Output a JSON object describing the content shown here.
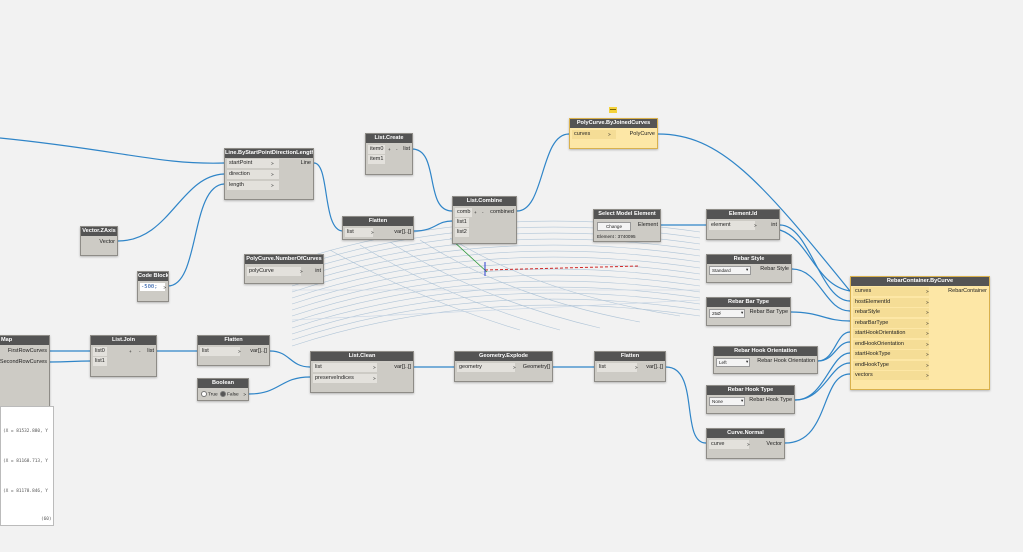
{
  "nodes": {
    "line": {
      "title": "Line.ByStartPointDirectionLength",
      "in": [
        "startPoint",
        "direction",
        "length"
      ],
      "out": "Line"
    },
    "vz": {
      "title": "Vector.ZAxis",
      "out": "Vector"
    },
    "code": {
      "title": "Code Block",
      "value": "-500;"
    },
    "listcreate": {
      "title": "List.Create",
      "in": [
        "item0",
        "item1"
      ],
      "out": "list",
      "lacing": [
        "+",
        "-"
      ]
    },
    "combine": {
      "title": "List.Combine",
      "in": [
        "comb",
        "list1",
        "list2"
      ],
      "out": "combined",
      "lacing": [
        "+",
        "-"
      ]
    },
    "flatten1": {
      "title": "Flatten",
      "in": [
        "list"
      ],
      "out": "var[]..[]"
    },
    "numcurves": {
      "title": "PolyCurve.NumberOfCurves",
      "in": [
        "polyCurve"
      ],
      "out": "int"
    },
    "polyjoin": {
      "title": "PolyCurve.ByJoinedCurves",
      "in": [
        "curves"
      ],
      "out": "PolyCurve"
    },
    "selmodel": {
      "title": "Select Model Element",
      "button": "Change",
      "out": "Element",
      "footer": "Element : 3740095"
    },
    "elemid": {
      "title": "Element.Id",
      "in": [
        "element"
      ],
      "out": "int"
    },
    "rebarstyle": {
      "title": "Rebar Style",
      "value": "Standard",
      "out": "Rebar Style"
    },
    "rebarbar": {
      "title": "Rebar Bar Type",
      "value": "25Ø",
      "out": "Rebar Bar Type"
    },
    "hookorient": {
      "title": "Rebar Hook Orientation",
      "value": "Left",
      "out": "Rebar Hook Orientation"
    },
    "hooktype": {
      "title": "Rebar Hook Type",
      "value": "None",
      "out": "Rebar Hook Type"
    },
    "normal": {
      "title": "Curve.Normal",
      "in": [
        "curve"
      ],
      "out": "Vector"
    },
    "container": {
      "title": "RebarContainer.ByCurve",
      "in": [
        "curves",
        "hostElementId",
        "rebarStyle",
        "rebarBarType",
        "startHookOrientation",
        "endHookOrientation",
        "startHookType",
        "endHookType",
        "vectors"
      ],
      "out": "RebarContainer"
    },
    "map": {
      "title": "Map",
      "out": [
        "FirstRowCurves",
        "SecondRowCurves"
      ]
    },
    "join": {
      "title": "List.Join",
      "in": [
        "list0",
        "list1"
      ],
      "out": "list",
      "lacing": [
        "+",
        "-"
      ]
    },
    "flatten2": {
      "title": "Flatten",
      "in": [
        "list"
      ],
      "out": "var[]..[]"
    },
    "boolean": {
      "title": "Boolean",
      "true_label": "True",
      "false_label": "False"
    },
    "clean": {
      "title": "List.Clean",
      "in": [
        "list",
        "preserveIndices"
      ],
      "out": "var[]..[]"
    },
    "explode": {
      "title": "Geometry.Explode",
      "in": [
        "geometry"
      ],
      "out": "Geometry[]"
    },
    "flatten3": {
      "title": "Flatten",
      "in": [
        "list"
      ],
      "out": "var[]..[]"
    }
  },
  "watch": {
    "lines": [
      "(X = 81532.880, Y",
      "(X = 81168.713, Y",
      "(X = 81178.846, Y"
    ],
    "count": "(60)"
  }
}
